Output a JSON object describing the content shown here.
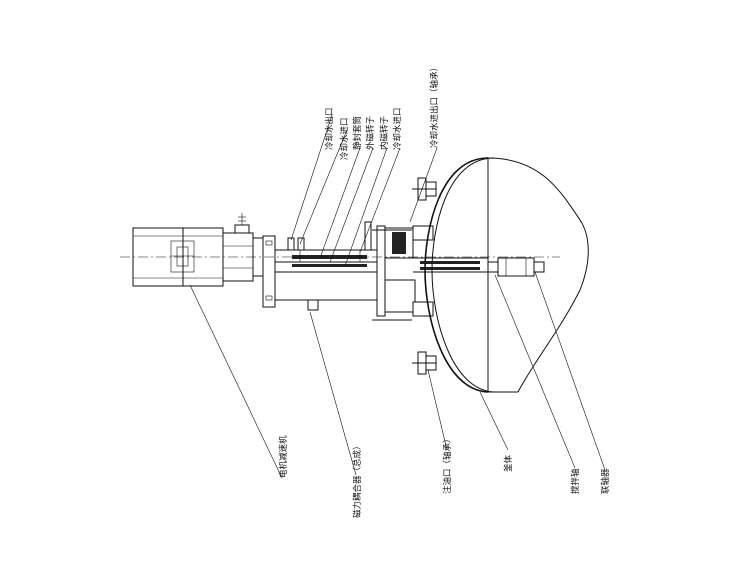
{
  "labels": {
    "cooling_water_outlet": "冷却水出口",
    "cooling_water_inlet": "冷却水进口",
    "cooling_inlet_bearing": "冷却水进出口（轴承）",
    "stationary_sleeve": "静封套筒",
    "outer_magnet": "外磁转子",
    "inner_magnet": "内磁转子",
    "cooling_water_inlet_2": "冷却水进口",
    "motor_reducer": "电机减速机",
    "magnetic_coupling": "磁力耦合器（总成）",
    "oil_inlet_bearing": "注油口（轴承）",
    "kettle_body": "釜体",
    "stirring_shaft": "搅拌轴",
    "coupling": "联轴器"
  }
}
